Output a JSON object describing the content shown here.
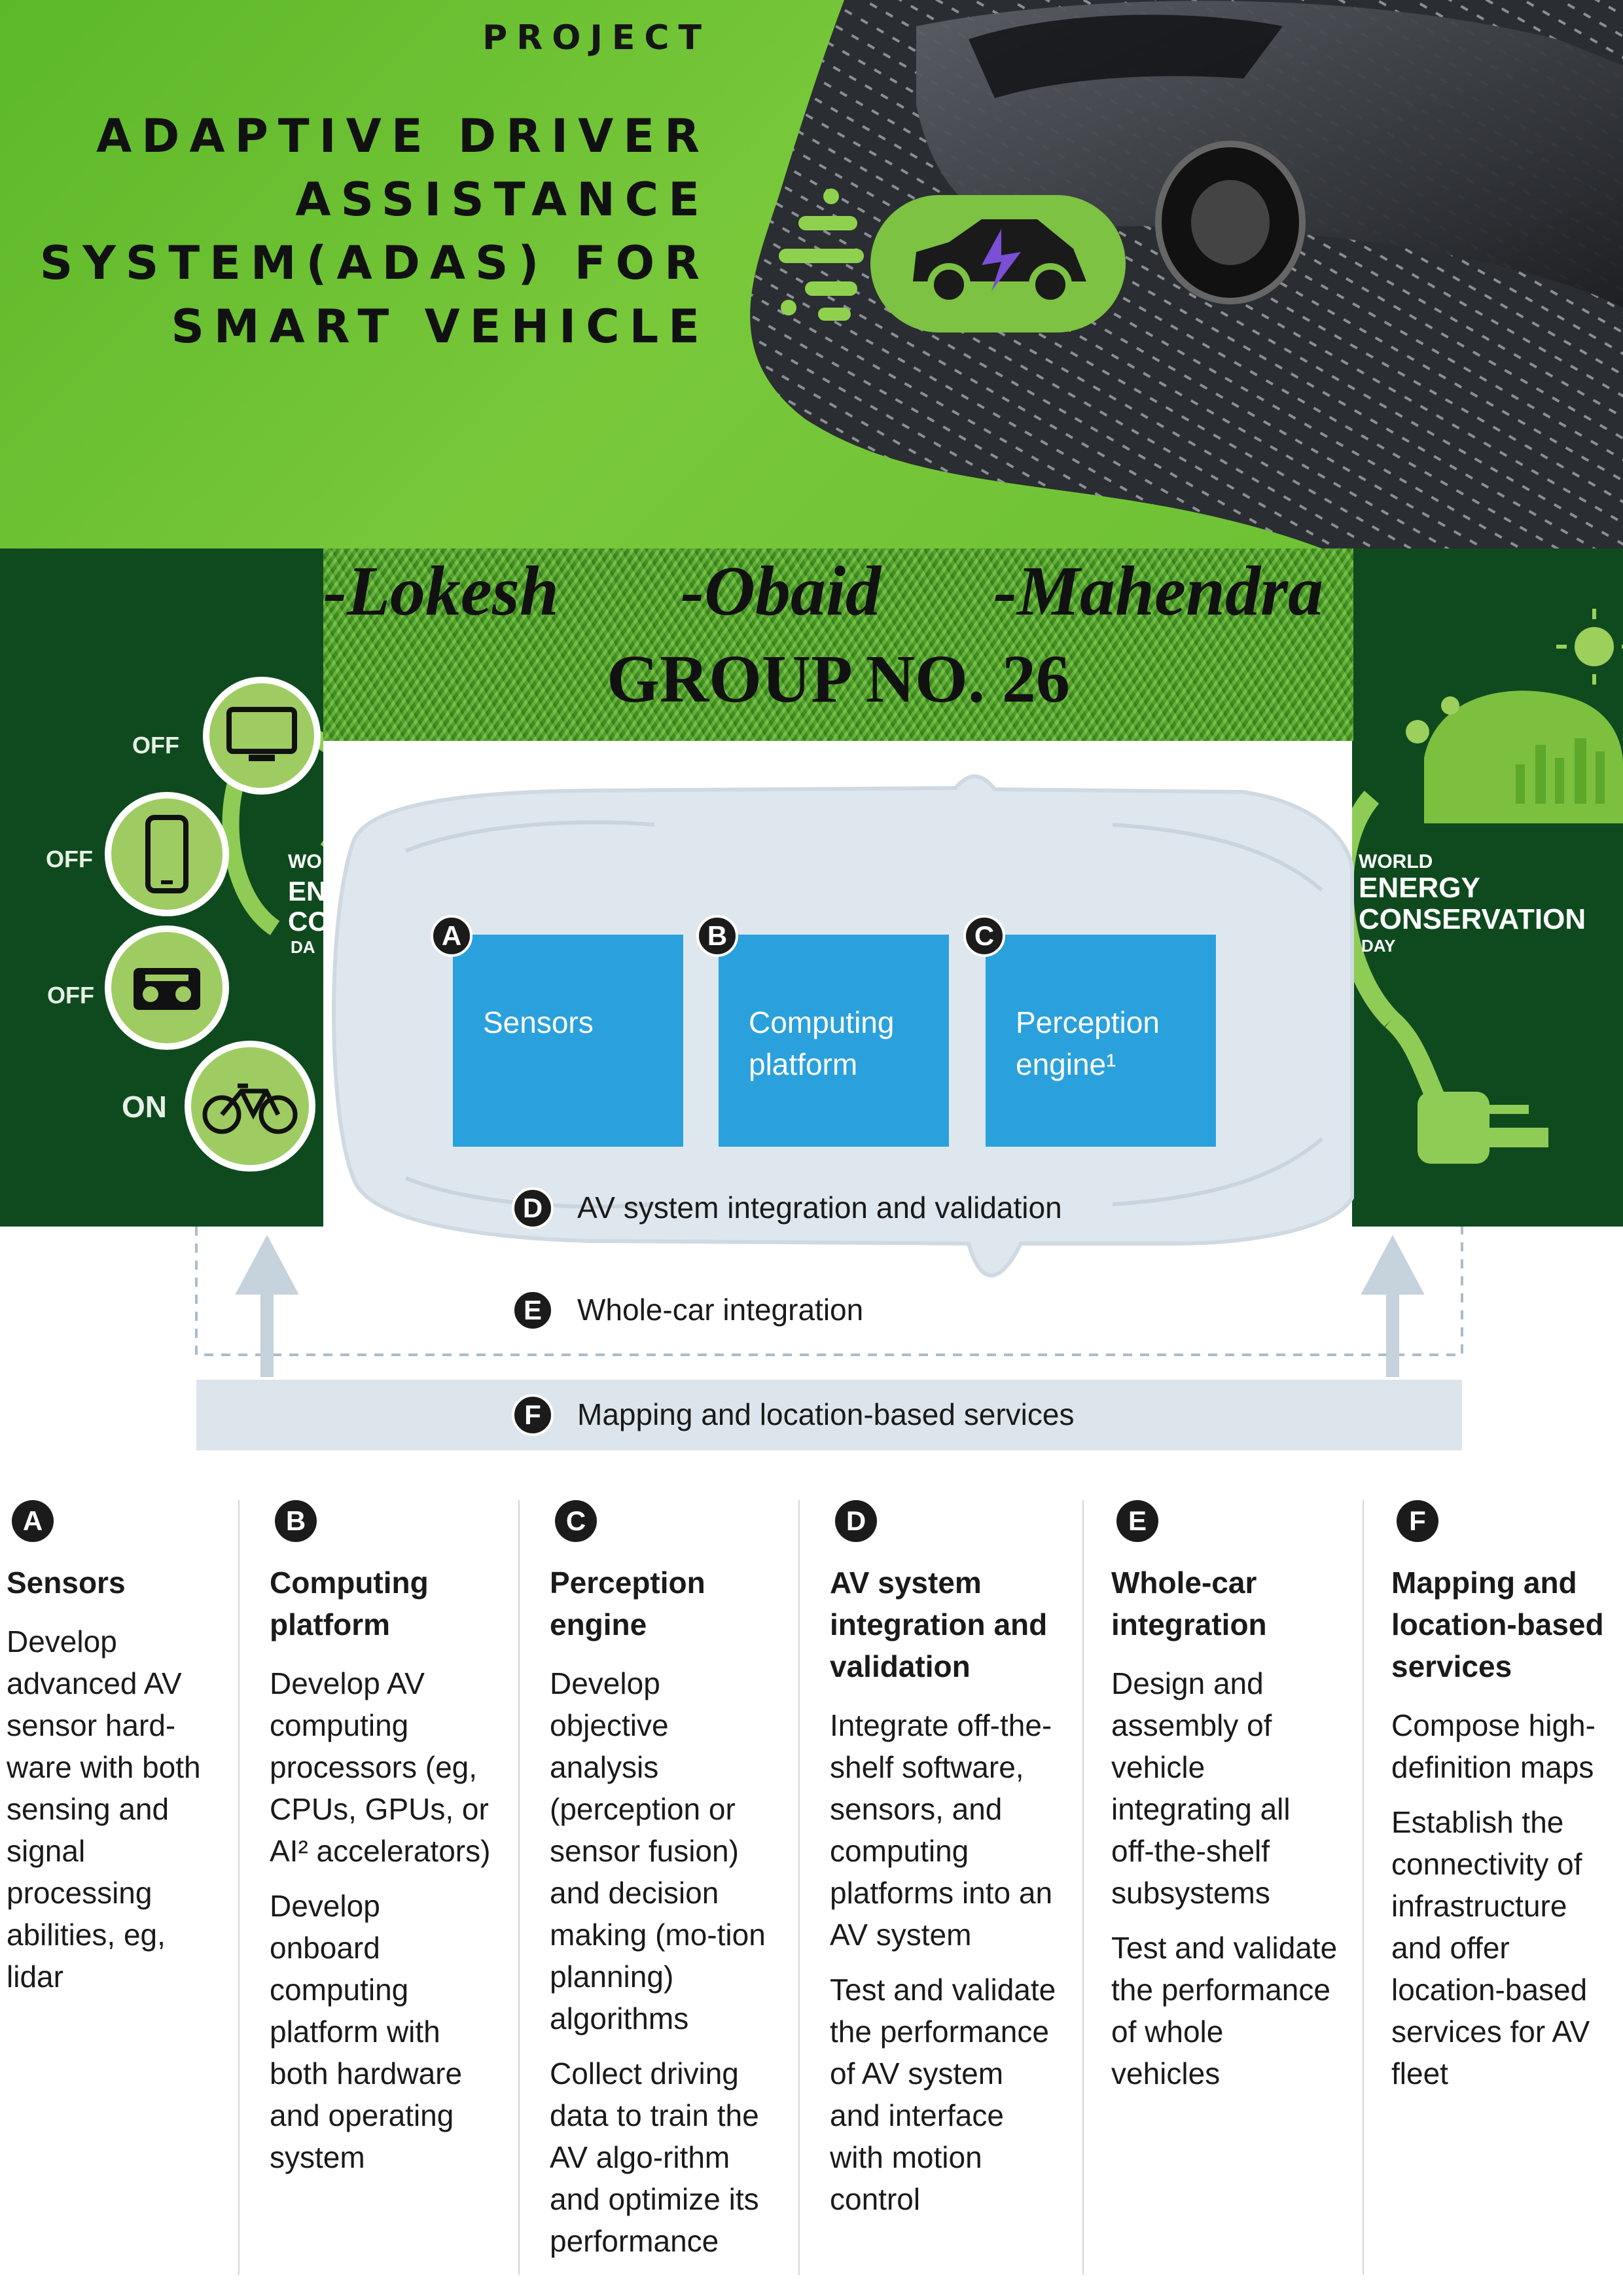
{
  "header": {
    "project_label": "PROJECT",
    "title_lines": [
      "ADAPTIVE DRIVER",
      "ASSISTANCE",
      "SYSTEM(ADAS) FOR",
      "SMART VEHICLE"
    ]
  },
  "authors": [
    "-Lokesh",
    "-Obaid",
    "-Mahendra"
  ],
  "group": "GROUP NO. 26",
  "left_panel": {
    "states": [
      "OFF",
      "OFF",
      "OFF",
      "ON"
    ],
    "devices": [
      "tv-icon",
      "phone-icon",
      "radio-icon",
      "bicycle-icon"
    ],
    "partial_label": [
      "WO",
      "EN",
      "CO",
      "DA"
    ]
  },
  "right_panel": {
    "label_small_1": "WORLD",
    "label_big_1": "ENERGY",
    "label_big_2": "CONSERVATION",
    "label_small_2": "DAY"
  },
  "diagram": {
    "boxes": [
      {
        "letter": "A",
        "line1": "Sensors",
        "line2": ""
      },
      {
        "letter": "B",
        "line1": "Computing",
        "line2": "platform"
      },
      {
        "letter": "C",
        "line1": "Perception",
        "line2": "engine¹"
      }
    ],
    "bands": [
      {
        "letter": "D",
        "label": "AV system integration and validation"
      },
      {
        "letter": "E",
        "label": "Whole-car integration"
      },
      {
        "letter": "F",
        "label": "Mapping and location-based services"
      }
    ]
  },
  "columns": [
    {
      "letter": "A",
      "title": "Sensors",
      "paras": [
        "Develop advanced AV sensor hard-ware with both sensing and signal processing abilities, eg, lidar"
      ]
    },
    {
      "letter": "B",
      "title": "Computing platform",
      "paras": [
        "Develop AV computing processors (eg, CPUs, GPUs, or AI² accelerators)",
        "Develop onboard computing platform with both hardware and operating system"
      ]
    },
    {
      "letter": "C",
      "title": "Perception engine",
      "paras": [
        "Develop objective analysis (perception or sensor fusion) and decision making (mo-tion planning) algorithms",
        "Collect driving data to train the AV algo-rithm and optimize its performance"
      ]
    },
    {
      "letter": "D",
      "title": "AV system integration and validation",
      "paras": [
        "Integrate off-the-shelf software, sensors, and computing platforms into an AV system",
        "Test and validate the performance of AV system and interface with motion control"
      ]
    },
    {
      "letter": "E",
      "title": "Whole-car integration",
      "paras": [
        "Design and assembly of vehicle integrating all off-the-shelf subsystems",
        "Test and validate the performance of whole vehicles"
      ]
    },
    {
      "letter": "F",
      "title": "Mapping and location-based services",
      "paras": [
        "Compose high-definition maps",
        "Establish the connectivity of infrastructure and offer location-based services for AV fleet"
      ]
    }
  ],
  "colors": {
    "header_green": "#6cbf33",
    "panel_green": "#0f4a1f",
    "box_blue": "#2aa1dc",
    "band_grey": "#dde5ec"
  }
}
